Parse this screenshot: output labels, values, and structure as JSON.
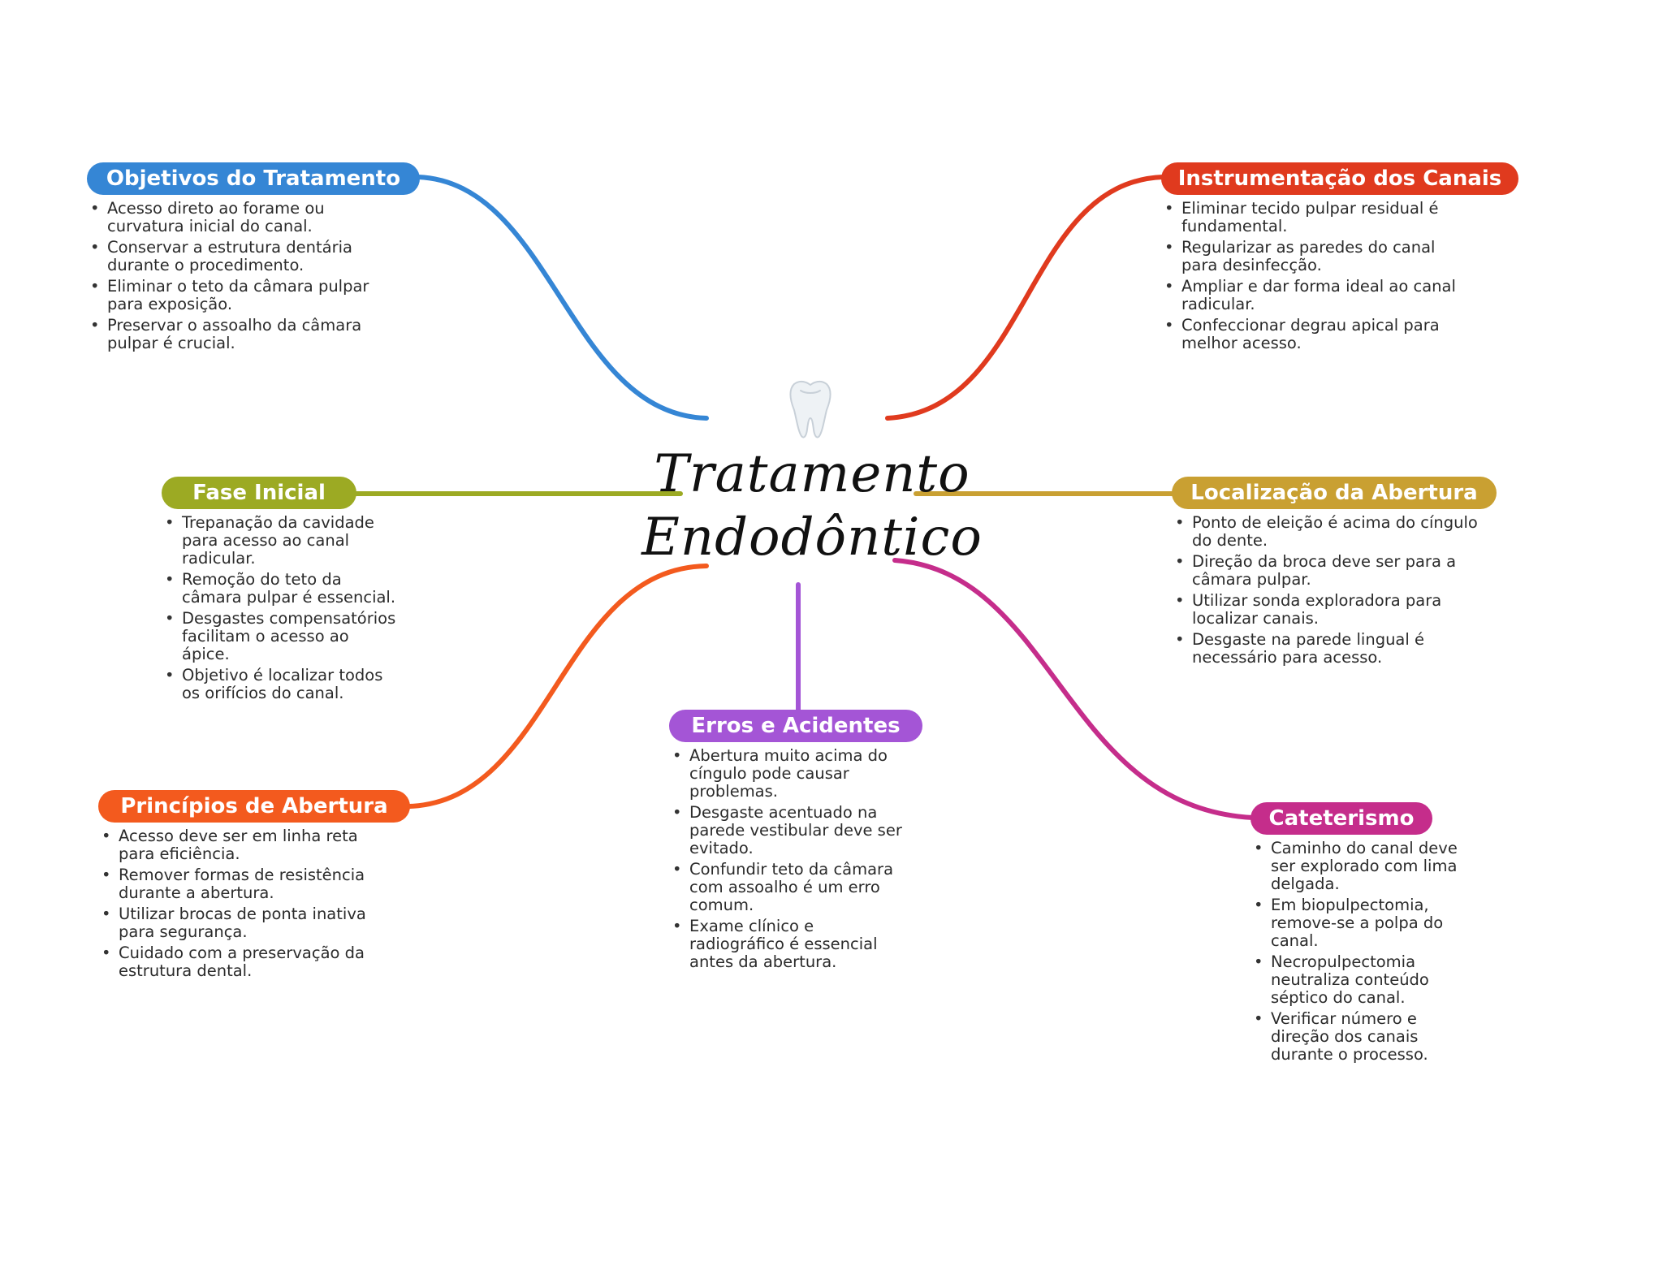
{
  "center": {
    "title_line1": "Tratamento",
    "title_line2": "Endodôntico",
    "icon": "tooth-icon"
  },
  "colors": {
    "objetivos": "#3586d5",
    "instrumentacao": "#e03a1e",
    "fase": "#9caa23",
    "localizacao": "#c9a032",
    "principios": "#f35a1e",
    "erros": "#a455d6",
    "cateterismo": "#c52d8b"
  },
  "branches": {
    "objetivos": {
      "title": "Objetivos do Tratamento",
      "items": [
        "Acesso direto ao forame ou curvatura inicial do canal.",
        "Conservar a estrutura dentária durante o procedimento.",
        "Eliminar o teto da câmara pulpar para exposição.",
        "Preservar o assoalho da câmara pulpar é crucial."
      ]
    },
    "instrumentacao": {
      "title": "Instrumentação dos Canais",
      "items": [
        "Eliminar tecido pulpar residual é fundamental.",
        "Regularizar as paredes do canal para desinfecção.",
        "Ampliar e dar forma ideal ao canal radicular.",
        "Confeccionar degrau apical para melhor acesso."
      ]
    },
    "fase": {
      "title": "Fase Inicial",
      "items": [
        "Trepanação da cavidade para acesso ao canal radicular.",
        "Remoção do teto da câmara pulpar é essencial.",
        "Desgastes compensatórios facilitam o acesso ao ápice.",
        "Objetivo é localizar todos os orifícios do canal."
      ]
    },
    "localizacao": {
      "title": "Localização da Abertura",
      "items": [
        "Ponto de eleição é acima do cíngulo do dente.",
        "Direção da broca deve ser para a câmara pulpar.",
        "Utilizar sonda exploradora para localizar canais.",
        "Desgaste na parede lingual é necessário para acesso."
      ]
    },
    "principios": {
      "title": "Princípios de Abertura",
      "items": [
        "Acesso deve ser em linha reta para eficiência.",
        "Remover formas de resistência durante a abertura.",
        "Utilizar brocas de ponta inativa para segurança.",
        "Cuidado com a preservação da estrutura dental."
      ]
    },
    "erros": {
      "title": "Erros e Acidentes",
      "items": [
        "Abertura muito acima do cíngulo pode causar problemas.",
        "Desgaste acentuado na parede vestibular deve ser evitado.",
        "Confundir teto da câmara com assoalho é um erro comum.",
        "Exame clínico e radiográfico é essencial antes da abertura."
      ]
    },
    "cateterismo": {
      "title": "Cateterismo",
      "items": [
        "Caminho do canal deve ser explorado com lima delgada.",
        "Em biopulpectomia, remove-se a polpa do canal.",
        "Necropulpectomia neutraliza conteúdo séptico do canal.",
        "Verificar número e direção dos canais durante o processo."
      ]
    }
  }
}
